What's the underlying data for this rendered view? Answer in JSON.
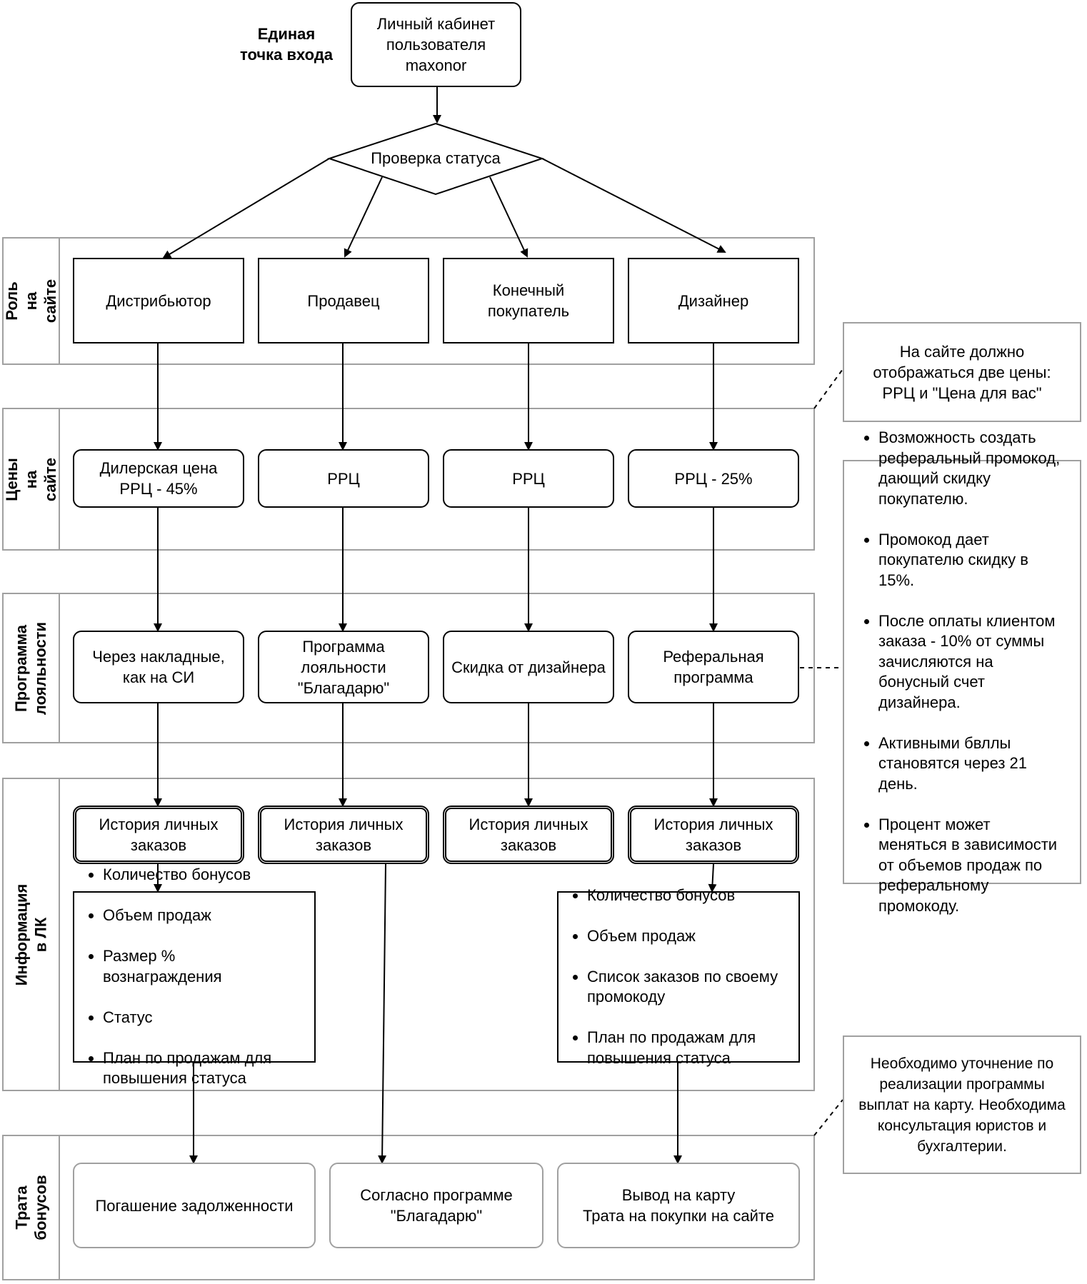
{
  "entry": {
    "label": "Единая\nточка входа"
  },
  "start": {
    "label": "Личный кабинет\nпользователя\nmaxonor"
  },
  "decision": {
    "label": "Проверка статуса"
  },
  "lanes": [
    {
      "label": "Роль на сайте"
    },
    {
      "label": "Цены на сайте"
    },
    {
      "label": "Программа\nлояльности"
    },
    {
      "label": "Информация в ЛК"
    },
    {
      "label": "Трата бонусов"
    }
  ],
  "roles": [
    "Дистрибьютор",
    "Продавец",
    "Конечный\nпокупатель",
    "Дизайнер"
  ],
  "prices": [
    "Дилерская цена\nРРЦ - 45%",
    "РРЦ",
    "РРЦ",
    "РРЦ - 25%"
  ],
  "loyalty": [
    "Через накладные,\nкак на СИ",
    "Программа\nлояльности\n\"Благадарю\"",
    "Скидка от дизайнера",
    "Реферальная\nпрограмма"
  ],
  "history": [
    "История личных\nзаказов",
    "История личных\nзаказов",
    "История личных\nзаказов",
    "История личных\nзаказов"
  ],
  "info_left": [
    "Количество бонусов",
    "Объем продаж",
    "Размер %\nвознаграждения",
    "Статус",
    "План по продажам для\nповышения статуса"
  ],
  "info_right": [
    "Количество бонусов",
    "Объем продаж",
    "Список заказов по своему\nпромокоду",
    "План по продажам для\nповышения статуса"
  ],
  "spend": [
    "Погашение задолженности",
    "Согласно программе\n\"Благадарю\"",
    "Вывод на карту\nТрата на покупки на сайте"
  ],
  "notes": {
    "prices": "На сайте должно\nотображаться две цены:\nРРЦ и \"Цена для вас\"",
    "referral": [
      "Возможность создать\nреферальный промокод,\nдающий скидку\nпокупателю.",
      "Промокод дает\nпокупателю скидку в\n15%.",
      "После оплаты клиентом\nзаказа - 10% от суммы\nзачисляются на\nбонусный счет\nдизайнера.",
      "Активными бвллы\nстановятся через 21\nдень.",
      "Процент может\nменяться в зависимости\nот объемов продаж по\nреферальному\nпромокоду."
    ],
    "payout": "Необходимо уточнение по\nреализации программы\nвыплат на карту. Необходима\nконсультация юристов и\nбухгалтерии."
  }
}
